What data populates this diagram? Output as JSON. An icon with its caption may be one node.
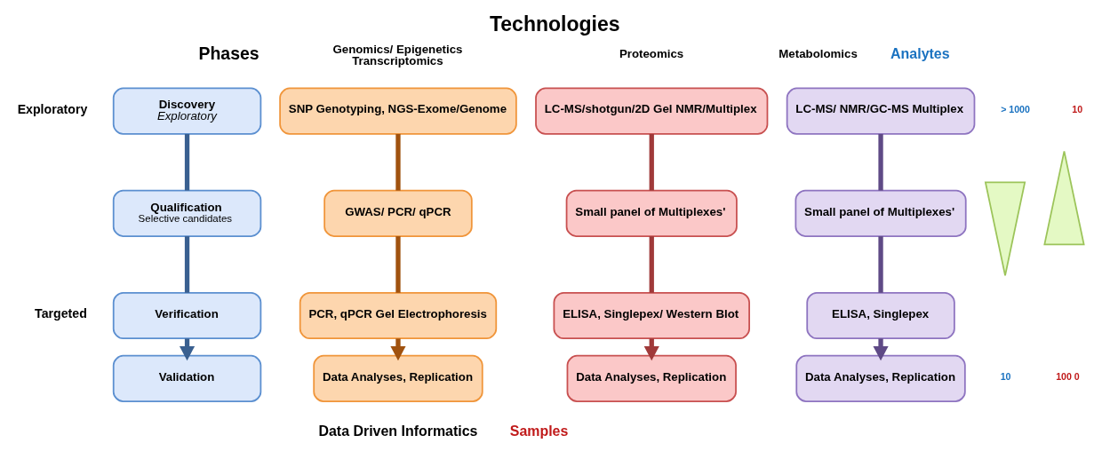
{
  "diagram": {
    "title": "Technologies",
    "caption": "Data Driven Informatics",
    "nodes": [
      {
        "text": [
          "Discovery",
          "Exploratory"
        ]
      },
      {
        "text": [
          "Qualification",
          "Selective candidates"
        ]
      },
      {
        "text": [
          "Verification"
        ]
      },
      {
        "text": [
          "Validation"
        ]
      },
      {
        "text": [
          "SNP Genotyping, NGS-Exome/Genome"
        ]
      },
      {
        "text": [
          "GWAS/ PCR/ qPCR"
        ]
      },
      {
        "text": [
          "PCR, qPCR Gel Electrophoresis"
        ]
      },
      {
        "text": [
          "Data Analyses, Replication"
        ]
      },
      {
        "text": [
          "LC-MS/shotgun/2D Gel NMR/Multiplex"
        ]
      },
      {
        "text": [
          "Small panel of Multiplexes'"
        ]
      },
      {
        "text": [
          "ELISA, Singlepex/ Western Blot"
        ]
      },
      {
        "text": [
          "Data Analyses, Replication"
        ]
      },
      {
        "text": [
          "LC-MS/ NMR/GC-MS Multiplex"
        ]
      },
      {
        "text": [
          "Small panel of Multiplexes'"
        ]
      },
      {
        "text": [
          "ELISA, Singlepex"
        ]
      },
      {
        "text": [
          "Data Analyses, Replication"
        ]
      },
      {
        "text": [],
        "shape": "triangle"
      },
      {
        "text": [],
        "shape": "triangle"
      }
    ],
    "edges": [
      {
        "from": 0,
        "to": 1,
        "arrow": "none",
        "color": "#3a6090"
      },
      {
        "from": 1,
        "to": 2,
        "arrow": "none",
        "color": "#3a6090"
      },
      {
        "from": 2,
        "to": 3,
        "arrow": "to",
        "color": "#3a6090"
      },
      {
        "from": 4,
        "to": 5,
        "arrow": "none",
        "color": "#a0520f"
      },
      {
        "from": 5,
        "to": 6,
        "arrow": "none",
        "color": "#a0520f"
      },
      {
        "from": 6,
        "to": 7,
        "arrow": "to",
        "color": "#a0520f"
      },
      {
        "from": 8,
        "to": 9,
        "arrow": "none",
        "color": "#a03a3a"
      },
      {
        "from": 9,
        "to": 10,
        "arrow": "none",
        "color": "#a03a3a"
      },
      {
        "from": 10,
        "to": 11,
        "arrow": "to",
        "color": "#a03a3a"
      },
      {
        "from": 12,
        "to": 13,
        "arrow": "none",
        "color": "#5f4a86"
      },
      {
        "from": 13,
        "to": 14,
        "arrow": "none",
        "color": "#5f4a86"
      },
      {
        "from": 14,
        "to": 15,
        "arrow": "to",
        "color": "#5f4a86"
      }
    ],
    "labels": [
      "Phases",
      "Genomics/ Epigenetics Transcriptomics",
      "Proteomics",
      "Metabolomics",
      "Exploratory",
      "Targeted",
      "Analytes",
      "> 1000",
      "10",
      "10",
      "100 0",
      "Samples"
    ]
  }
}
